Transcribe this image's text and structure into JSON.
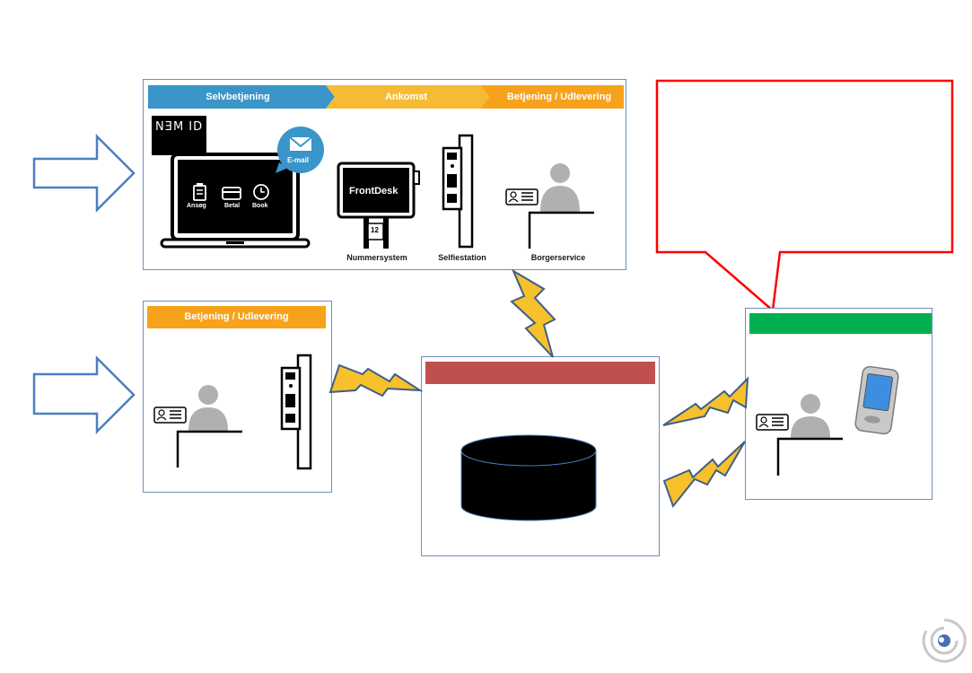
{
  "process": {
    "step1": "Selvbetjening",
    "step2": "Ankomst",
    "step3": "Betjening / Udlevering",
    "step_colors": [
      "#3a95c8",
      "#f6bb35",
      "#f7a21b"
    ]
  },
  "nemid": {
    "label": "NƎM ID"
  },
  "laptop": {
    "email_label": "E-mail",
    "apps": [
      "Ansøg",
      "Betal",
      "Book"
    ]
  },
  "kiosk": {
    "brand": "FrontDesk",
    "ticket": "12"
  },
  "captions": {
    "nummersystem": "Nummersystem",
    "selfiestation": "Selfiestation",
    "borgerservice": "Borgerservice"
  },
  "local_panel": {
    "header": "Betjening / Udlevering"
  },
  "colors": {
    "database_header": "#c0504d",
    "mobile_header": "#00b050",
    "callout_border": "#ff0000"
  }
}
